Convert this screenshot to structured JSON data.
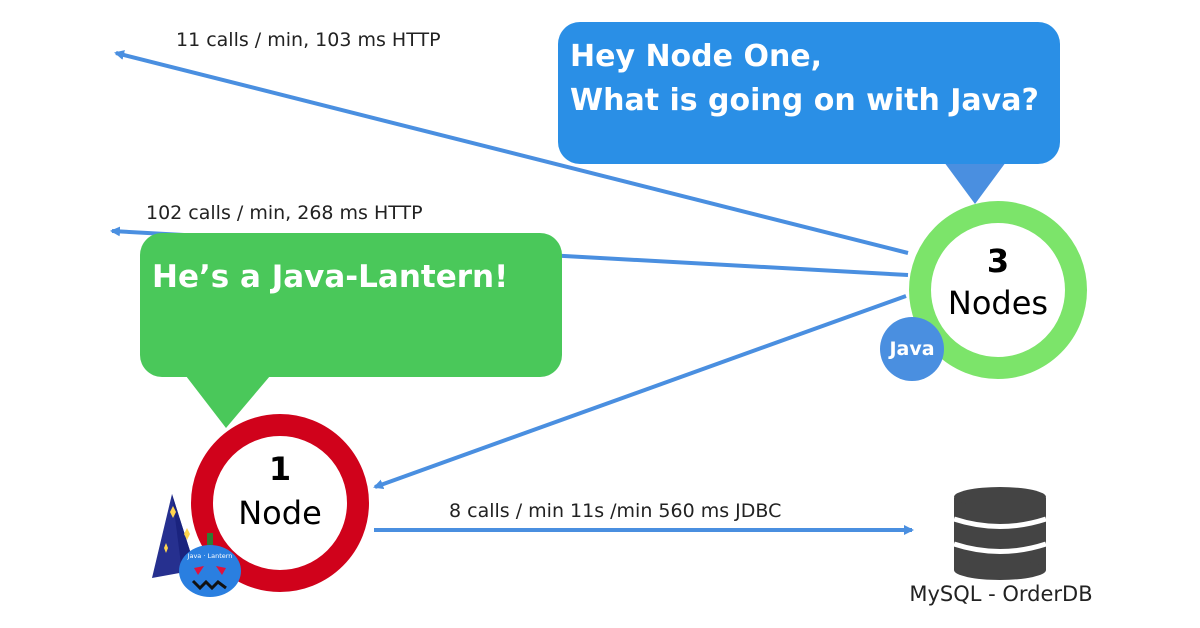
{
  "colors": {
    "arrow": "#4a8fe0",
    "blue_bubble": "#2a8fe6",
    "green_bubble": "#4ac85a",
    "ring_green": "#7ce46a",
    "ring_red": "#d0021b",
    "java_badge": "#4a8fe0",
    "database": "#444444"
  },
  "edges": [
    {
      "id": "edge-to-top-left",
      "label": "11 calls / min, 103 ms HTTP"
    },
    {
      "id": "edge-to-mid-left",
      "label": "102 calls / min, 268 ms HTTP"
    },
    {
      "id": "edge-three-to-one",
      "label": ""
    },
    {
      "id": "edge-one-to-db",
      "label": "8 calls / min 11s /min 560 ms JDBC"
    }
  ],
  "speech": {
    "blue": {
      "line1": "Hey Node One,",
      "line2": "What is going on with Java?"
    },
    "green": {
      "line1": "He’s a Java-Lantern!"
    }
  },
  "nodes": {
    "three": {
      "count": "3",
      "unit": "Nodes",
      "badge": "Java"
    },
    "one": {
      "count": "1",
      "unit": "Node"
    }
  },
  "database": {
    "label": "MySQL - OrderDB",
    "icon": "database-icon"
  },
  "mascot": {
    "icon": "wizard-hat-icon",
    "pumpkin_text": "Java · Lantern"
  }
}
